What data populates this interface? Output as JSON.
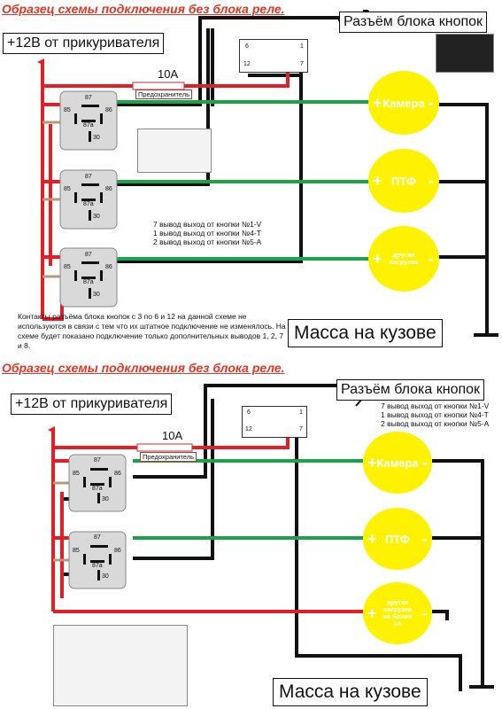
{
  "top": {
    "title": "Образец схемы подключения без блока реле.",
    "power_label": "+12В от прикуривателя",
    "connector_label": "Разъём блока кнопок",
    "fuse_value": "10A",
    "fuse_name": "Предохранитель",
    "ground_label": "Масса на кузове",
    "outputs": [
      "7 вывод выход от кнопки №1-V",
      "1 вывод выход от кнопки №4-T",
      "2 вывод выход от кнопки №5-А"
    ],
    "note": "Контакты разъёма блока кнопок с 3 по 6 и 12 на данной схеме не используются в связи с тем что их штатное подключение не изменялось. На схеме будет показано подключение только дополнительных выводов 1, 2, 7 и 8.",
    "lamps": [
      "Камера",
      "ПТФ",
      "другая нагрузка"
    ],
    "connector_pins": [
      "6",
      "1",
      "12",
      "7"
    ]
  },
  "bottom": {
    "title": "Образец схемы подключения без блока реле.",
    "power_label": "+12В от прикуривателя",
    "connector_label": "Разъём блока кнопок",
    "fuse_value": "10A",
    "fuse_name": "Предохранитель",
    "ground_label": "Масса на кузове",
    "outputs": [
      "7 вывод выход от кнопки №1-V",
      "1 вывод выход от кнопки №4-T",
      "2 вывод выход от кнопки №5-А"
    ],
    "lamps": [
      "Камера",
      "ПТФ",
      "другая нагрузка не более 1А"
    ],
    "connector_pins": [
      "6",
      "1",
      "12",
      "7"
    ]
  },
  "relay_pins": [
    "87",
    "85",
    "86",
    "87a",
    "30"
  ],
  "plus_sign": "+",
  "minus_sign": "-",
  "colors": {
    "red": "#e31e24",
    "green": "#1aa34a",
    "black": "#111111",
    "lamp": "#fff200",
    "title": "#e53524",
    "relay": "#d9d9d9"
  }
}
